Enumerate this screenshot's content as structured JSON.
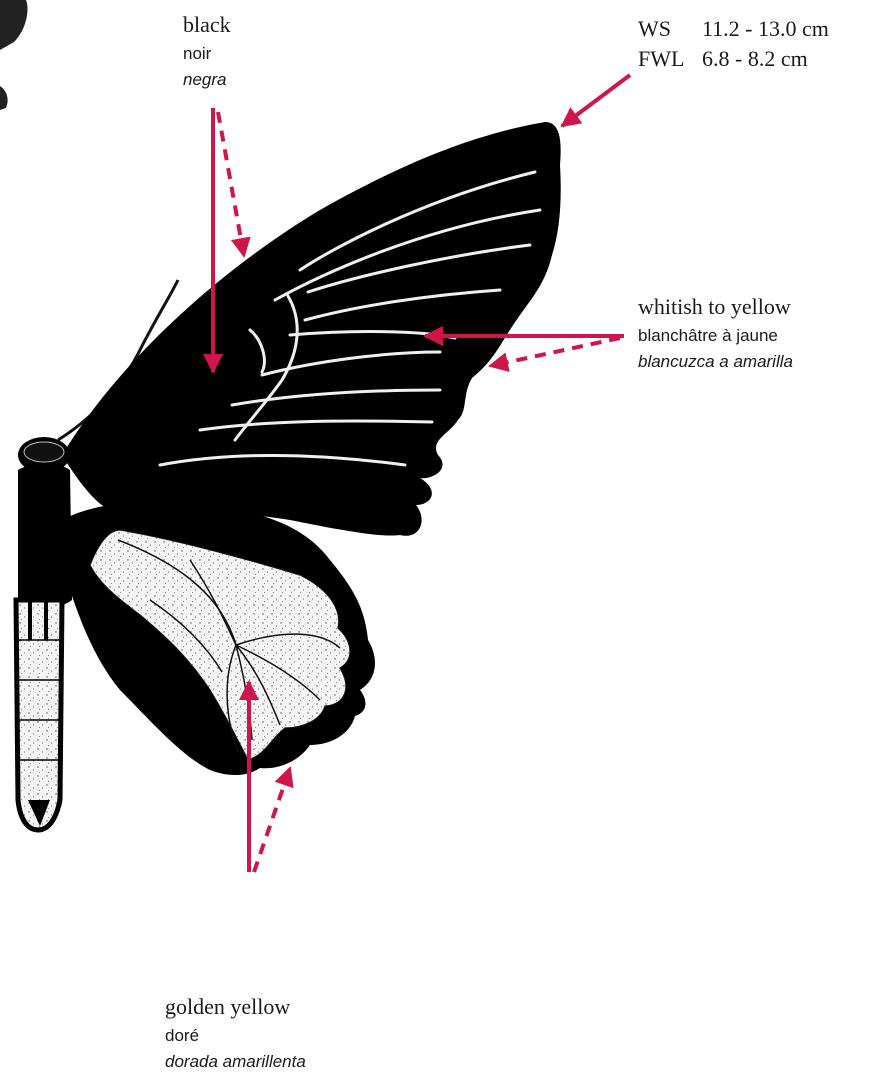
{
  "labels": {
    "black": {
      "en": "black",
      "fr": "noir",
      "es": "negra"
    },
    "whitish": {
      "en": "whitish to yellow",
      "fr": "blanchâtre à jaune",
      "es": "blancuzca a amarilla"
    },
    "golden": {
      "en": "golden yellow",
      "fr": "doré",
      "es": "dorada amarillenta"
    }
  },
  "measurements": [
    {
      "key": "WS",
      "value": "11.2 - 13.0 cm"
    },
    {
      "key": "FWL",
      "value": "6.8 - 8.2 cm"
    }
  ],
  "colors": {
    "wing": "#000000",
    "veins": "#f2f2f2",
    "hindwing_patch": "#f4f4f4",
    "arrow": "#d0154a"
  }
}
